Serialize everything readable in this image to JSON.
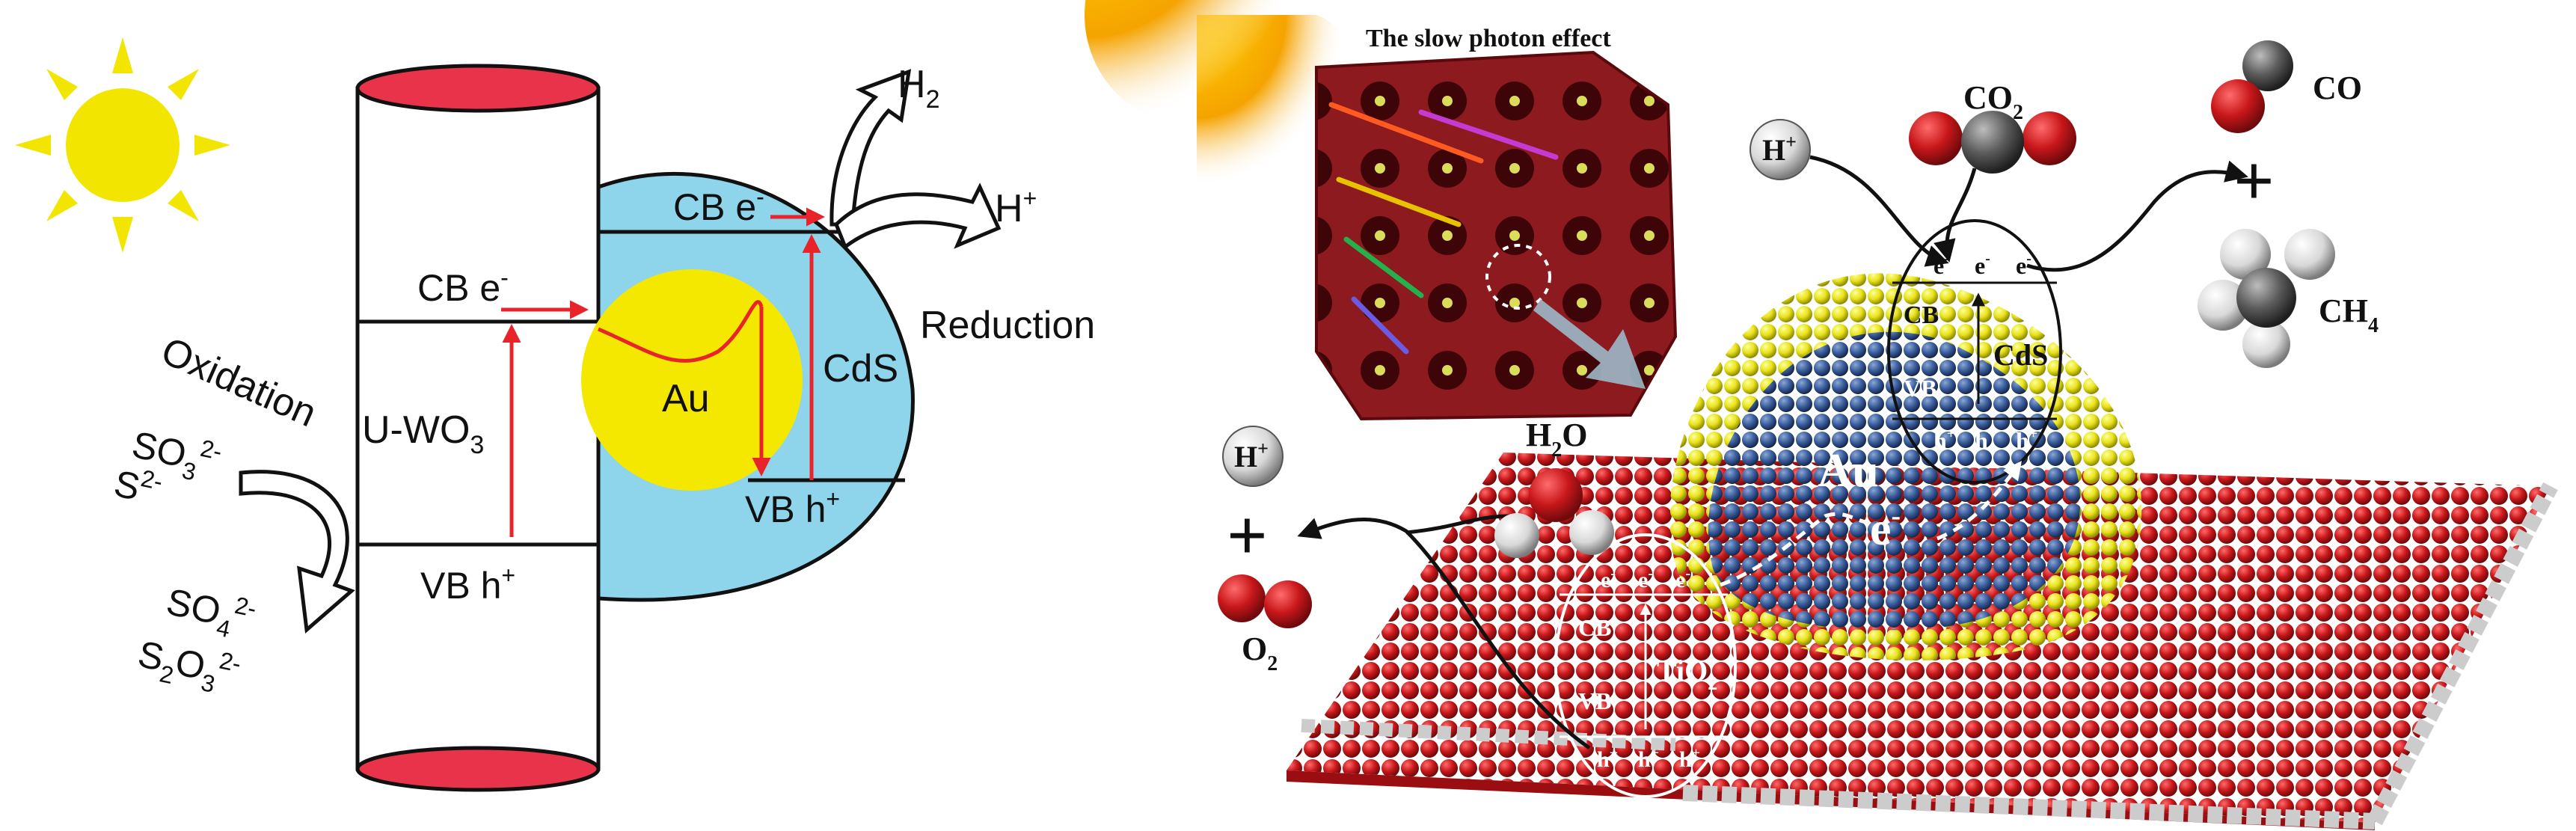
{
  "left_panel": {
    "cylinder_label": "U-WO",
    "cylinder_label_sub": "3",
    "cb_left": "CB e",
    "cb_left_sup": "-",
    "vb_left": "VB h",
    "vb_left_sup": "+",
    "au": "Au",
    "cds": "CdS",
    "cb_right": "CB e",
    "cb_right_sup": "-",
    "vb_right": "VB h",
    "vb_right_sup": "+",
    "h2": "H",
    "h2_sub": "2",
    "hplus": "H",
    "hplus_sup": "+",
    "reduction": "Reduction",
    "oxidation": "Oxidation",
    "so3": "SO",
    "so3_sub": "3",
    "so3_sup": "2-",
    "s2": "S",
    "s2_sup": "2-",
    "so4": "SO",
    "so4_sub": "4",
    "so4_sup": "2-",
    "s2o3_s": "S",
    "s2o3_sub1": "2",
    "s2o3_o": "O",
    "s2o3_sub2": "3",
    "s2o3_sup": "2-"
  },
  "right_panel": {
    "inset_title": "The slow photon effect",
    "co2": "CO",
    "co2_sub": "2",
    "co": "CO",
    "ch4": "CH",
    "ch4_sub": "4",
    "hplus_top": "H",
    "hplus_top_sup": "+",
    "hplus_left": "H",
    "hplus_left_sup": "+",
    "h2o": "H",
    "h2o_sub": "2",
    "h2o_o": "O",
    "o2": "O",
    "o2_sub": "2",
    "au": "Au",
    "electron": "e",
    "electron_sup": "-",
    "cds_cb": "CB",
    "cds_vb": "VB",
    "cds": "CdS",
    "cds_e1": "e",
    "cds_e2": "e",
    "cds_e3": "e",
    "cds_e_sup": "-",
    "cds_h1": "h",
    "cds_h2": "h",
    "cds_h3": "h",
    "cds_h_sup": "+",
    "tio2_cb": "CB",
    "tio2_vb": "VB",
    "tio2": "TiO",
    "tio2_sub": "2",
    "tio2_e1": "e",
    "tio2_e2": "e",
    "tio2_e3": "e",
    "tio2_e_sup": "-",
    "tio2_h1": "h",
    "tio2_h2": "h",
    "tio2_h3": "h",
    "tio2_h_sup": "+",
    "plus1": "+",
    "plus2": "+"
  },
  "colors": {
    "sun": "#f2e600",
    "cylinder_cap": "#e8334a",
    "cds_sphere": "#8ed4ea",
    "au_core": "#f4e800",
    "band_arrow": "#e8242a",
    "red_atom": "#c8171a",
    "grey_atom": "#bcbcbc",
    "yellow_atom": "#e8e21a",
    "blue_atom": "#3a5d9c"
  }
}
